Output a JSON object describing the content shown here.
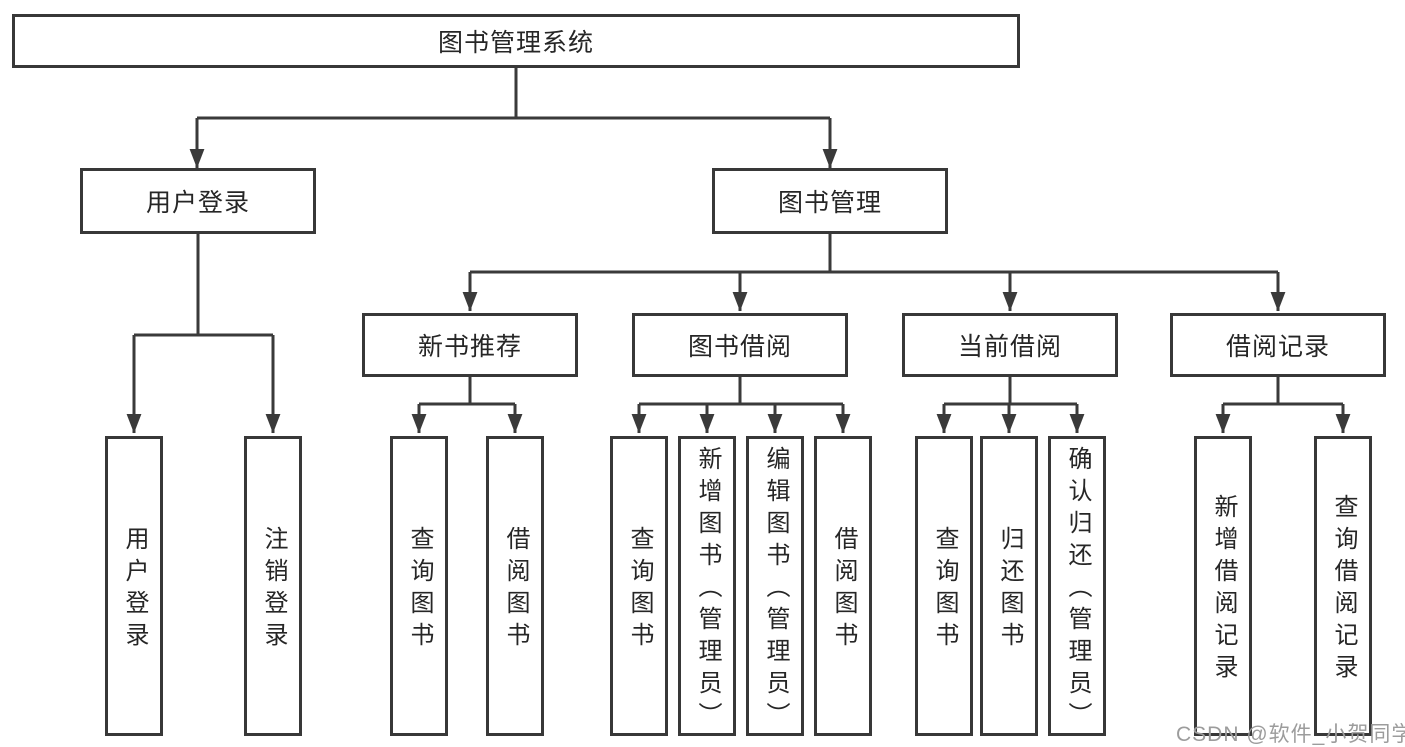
{
  "tree": {
    "root": {
      "label": "图书管理系统"
    },
    "branches": [
      {
        "label": "用户登录",
        "children": [
          "用户登录",
          "注销登录"
        ]
      },
      {
        "label": "图书管理",
        "sections": [
          {
            "label": "新书推荐",
            "children": [
              "查询图书",
              "借阅图书"
            ]
          },
          {
            "label": "图书借阅",
            "children": [
              "查询图书",
              "新增图书（管理员）",
              "编辑图书（管理员）",
              "借阅图书"
            ]
          },
          {
            "label": "当前借阅",
            "children": [
              "查询图书",
              "归还图书",
              "确认归还（管理员）"
            ]
          },
          {
            "label": "借阅记录",
            "children": [
              "新增借阅记录",
              "查询借阅记录"
            ]
          }
        ]
      }
    ]
  },
  "watermark": "CSDN @软件_小贺同学",
  "colors": {
    "line": "#3a3a3a",
    "border": "#383838",
    "text": "#262626",
    "watermark": "#9c9c9c",
    "background": "#ffffff"
  }
}
